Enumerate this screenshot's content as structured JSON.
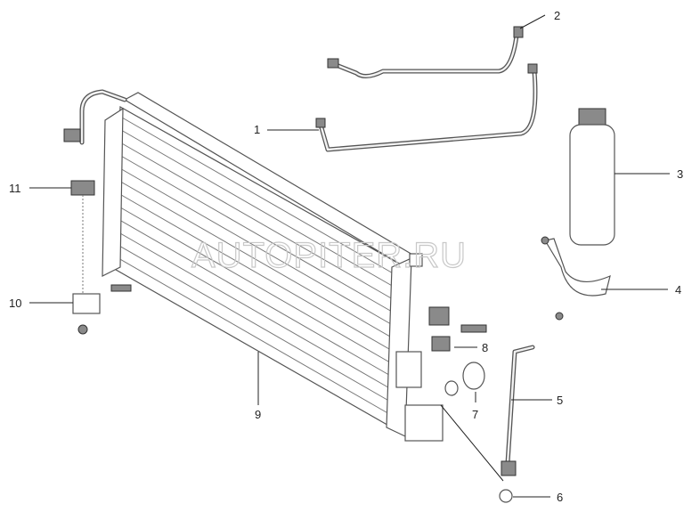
{
  "watermark": {
    "text": "AUTOPITER.RU"
  },
  "callouts": [
    {
      "id": "1",
      "label": "1"
    },
    {
      "id": "2",
      "label": "2"
    },
    {
      "id": "3",
      "label": "3"
    },
    {
      "id": "4",
      "label": "4"
    },
    {
      "id": "5",
      "label": "5"
    },
    {
      "id": "6",
      "label": "6"
    },
    {
      "id": "7",
      "label": "7"
    },
    {
      "id": "8",
      "label": "8"
    },
    {
      "id": "9",
      "label": "9"
    },
    {
      "id": "10",
      "label": "10"
    },
    {
      "id": "11",
      "label": "11"
    }
  ]
}
